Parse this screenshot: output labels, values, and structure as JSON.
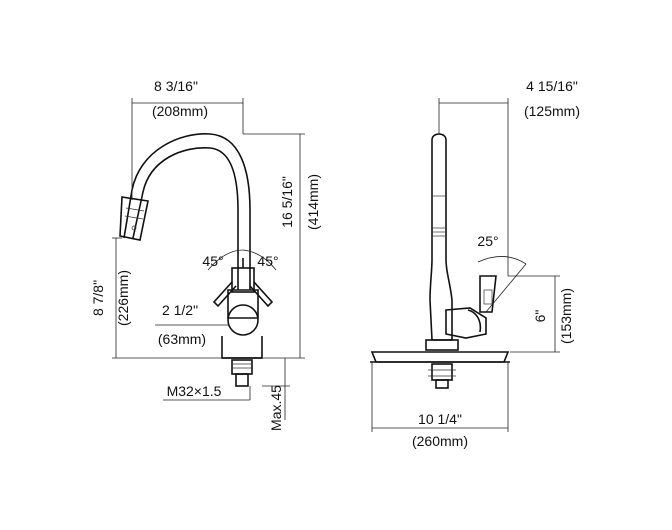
{
  "front_view": {
    "spout_reach": {
      "inch": "8 3/16\"",
      "mm": "(208mm)"
    },
    "total_height": {
      "inch": "16 5/16\"",
      "mm": "(414mm)"
    },
    "spout_height": {
      "inch": "8 7/8\"",
      "mm": "(226mm)"
    },
    "base_diameter": {
      "inch": "2 1/2\"",
      "mm": "(63mm)"
    },
    "handle_angle_left": "45°",
    "handle_angle_right": "45°",
    "thread": "M32×1.5",
    "max_deck": "Max.45"
  },
  "side_view": {
    "handle_reach": {
      "inch": "4 15/16\"",
      "mm": "(125mm)"
    },
    "handle_height": {
      "inch": "6\"",
      "mm": "(153mm)"
    },
    "handle_angle": "25°",
    "deck_plate": {
      "inch": "10 1/4\"",
      "mm": "(260mm)"
    }
  }
}
